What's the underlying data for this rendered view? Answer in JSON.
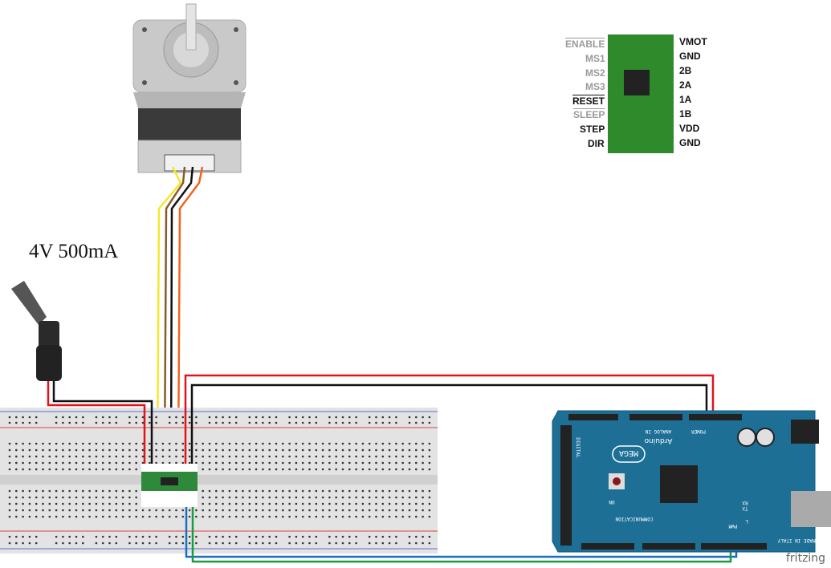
{
  "power_supply": {
    "label": "4V 500mA"
  },
  "driver_pinout": {
    "left_pins": [
      {
        "label": "ENABLE",
        "overline": true,
        "active": false
      },
      {
        "label": "MS1",
        "overline": false,
        "active": false
      },
      {
        "label": "MS2",
        "overline": false,
        "active": false
      },
      {
        "label": "MS3",
        "overline": false,
        "active": false
      },
      {
        "label": "RESET",
        "overline": true,
        "active": true
      },
      {
        "label": "SLEEP",
        "overline": true,
        "active": false
      },
      {
        "label": "STEP",
        "overline": false,
        "active": true
      },
      {
        "label": "DIR",
        "overline": false,
        "active": true
      }
    ],
    "right_pins": [
      "VMOT",
      "GND",
      "2B",
      "2A",
      "1A",
      "1B",
      "VDD",
      "GND"
    ]
  },
  "arduino": {
    "board_name": "MEGA",
    "brand": "Arduino",
    "headers": [
      "DIGITAL",
      "ANALOG IN",
      "POWER",
      "COMMUNICATION",
      "PWM"
    ],
    "made_in": "MADE IN ITALY",
    "leds": [
      "RX",
      "TX",
      "L",
      "ON"
    ]
  },
  "watermark": "fritzing",
  "wire_colors": {
    "red": "#e0141b",
    "black": "#111111",
    "yellow": "#f5e82a",
    "brown": "#8a5a2b",
    "orange": "#f0641e",
    "blue": "#1a6fc4",
    "green": "#1a9c3c"
  },
  "board_color": "#1d6f96"
}
